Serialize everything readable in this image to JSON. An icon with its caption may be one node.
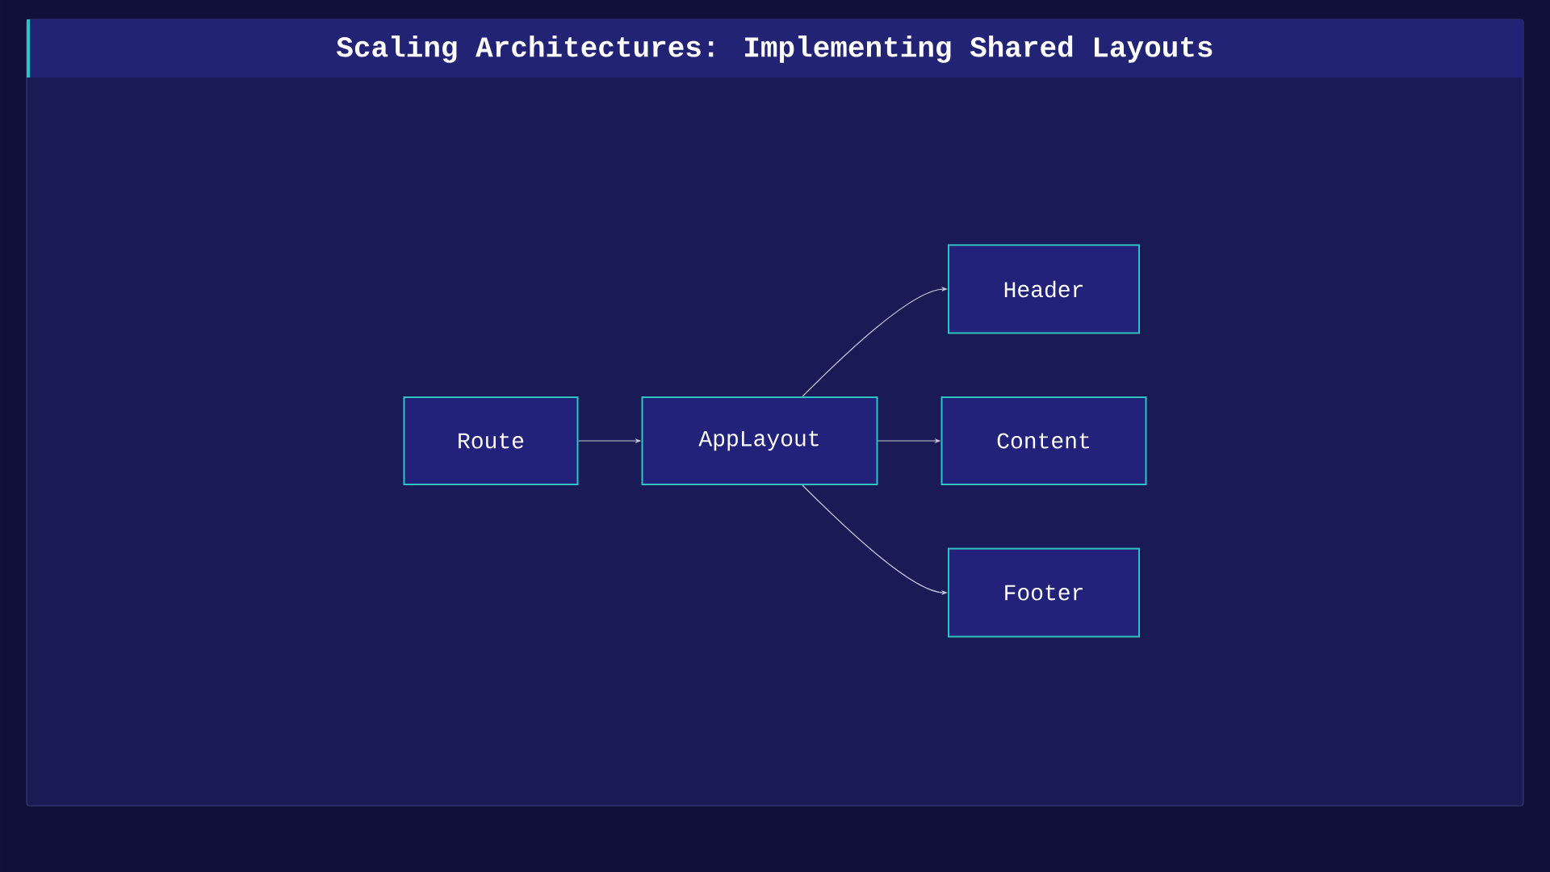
{
  "diagram": {
    "title": "Scaling Architectures: Implementing Shared Layouts",
    "nodes": [
      {
        "text": [
          "Route"
        ]
      },
      {
        "text": [
          "AppLayout"
        ]
      },
      {
        "text": [
          "Header"
        ]
      },
      {
        "text": [
          "Content"
        ]
      },
      {
        "text": [
          "Footer"
        ]
      }
    ],
    "edges": [
      {
        "from": 0,
        "to": 1,
        "arrow": "to"
      },
      {
        "from": 1,
        "to": 2,
        "arrow": "to"
      },
      {
        "from": 1,
        "to": 3,
        "arrow": "to"
      },
      {
        "from": 1,
        "to": 4,
        "arrow": "to"
      }
    ]
  }
}
